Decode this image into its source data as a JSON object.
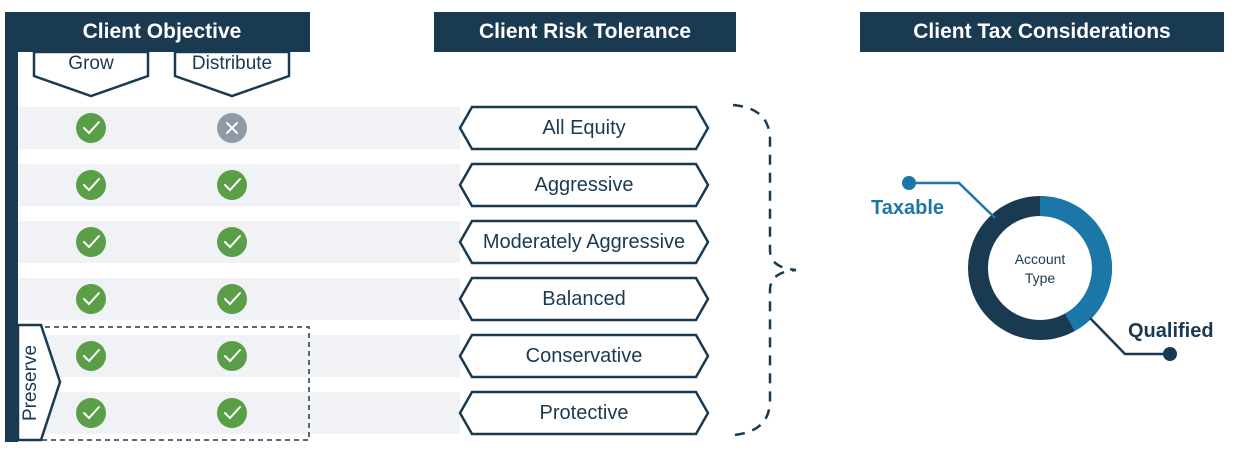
{
  "headers": {
    "objective": "Client Objective",
    "risk": "Client Risk Tolerance",
    "tax": "Client Tax Considerations"
  },
  "objective_columns": [
    "Grow",
    "Distribute"
  ],
  "preserve_label": "Preserve",
  "risk_levels": [
    {
      "label": "All Equity",
      "grow": "check",
      "distribute": "cross"
    },
    {
      "label": "Aggressive",
      "grow": "check",
      "distribute": "check"
    },
    {
      "label": "Moderately Aggressive",
      "grow": "check",
      "distribute": "check"
    },
    {
      "label": "Balanced",
      "grow": "check",
      "distribute": "check"
    },
    {
      "label": "Conservative",
      "grow": "check",
      "distribute": "check"
    },
    {
      "label": "Protective",
      "grow": "check",
      "distribute": "check"
    }
  ],
  "account_type": {
    "center_line1": "Account",
    "center_line2": "Type",
    "taxable_label": "Taxable",
    "qualified_label": "Qualified",
    "taxable_share": 0.42
  },
  "colors": {
    "navy": "#1a3a52",
    "blue": "#1b77a8",
    "band": "#f1f2f6",
    "check_green": "#5a9e48",
    "cross_gray": "#8e9aa6"
  }
}
